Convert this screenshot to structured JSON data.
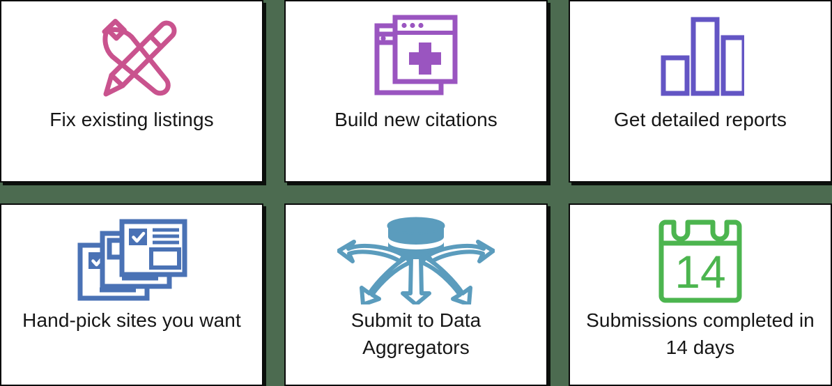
{
  "page": {
    "background_color": "#4c6b50",
    "card_background": "#ffffff",
    "card_border_color": "#0a0a0a",
    "caption_color": "#161616"
  },
  "cards": [
    {
      "id": "fix-existing-listings",
      "caption": "Fix existing listings",
      "icon_name": "wrench-and-pencil-icon",
      "icon_color": "#c9538e"
    },
    {
      "id": "build-new-citations",
      "caption": "Build new citations",
      "icon_name": "browser-windows-plus-icon",
      "icon_color": "#9a55c0"
    },
    {
      "id": "get-detailed-reports",
      "caption": "Get detailed reports",
      "icon_name": "bar-chart-icon",
      "icon_color": "#6355c4"
    },
    {
      "id": "hand-pick-sites-you-want",
      "caption": "Hand-pick sites you want",
      "icon_name": "stacked-checkbox-cards-icon",
      "icon_color": "#4a72b5"
    },
    {
      "id": "submit-to-data-aggregators",
      "caption": "Submit to Data Aggregators",
      "icon_name": "database-fanout-arrows-icon",
      "icon_color": "#5b9cbd"
    },
    {
      "id": "submissions-completed-in-14-days",
      "caption": "Submissions completed in 14 days",
      "icon_name": "calendar-14-icon",
      "icon_color": "#4cb54f",
      "calendar_day": "14"
    }
  ]
}
